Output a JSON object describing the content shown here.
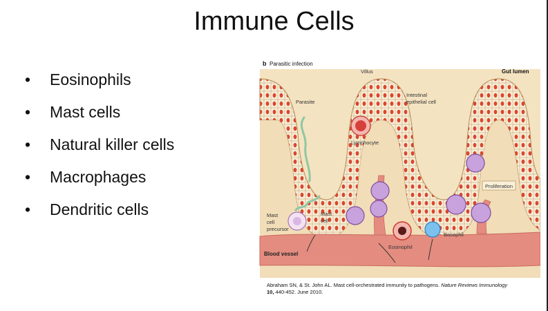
{
  "slide": {
    "title": "Immune Cells",
    "bullets": [
      {
        "text": "Eosinophils"
      },
      {
        "text": "Mast cells"
      },
      {
        "text": "Natural killer cells"
      },
      {
        "text": "Macrophages"
      },
      {
        "text": "Dendritic cells"
      }
    ]
  },
  "figure": {
    "panel_letter": "b",
    "panel_title": "Parasitic infection",
    "labels": {
      "villus": "Villus",
      "gut_lumen": "Gut lumen",
      "parasite": "Parasite",
      "epithelial_1": "Intestinal",
      "epithelial_2": "epithelial cell",
      "lymphocyte": "Lymphocyte",
      "proliferation": "Proliferation",
      "mast_precursor_1": "Mast",
      "mast_precursor_2": "cell",
      "mast_precursor_3": "precursor",
      "mast_cell_1": "Mast",
      "mast_cell_2": "cell",
      "eosinophil": "Eosinophil",
      "basophil": "Basophil",
      "blood_vessel": "Blood vessel"
    },
    "colors": {
      "background": "#f4e3c1",
      "villus": "#ddc49a",
      "cell_fill": "#f7edd6",
      "cell_nucleus": "#d9472f",
      "blood_vessel": "#e48c80",
      "mast_cell": "#9d6dbd",
      "basophil": "#4f9ed8",
      "eosinophil": "#c93a2a"
    }
  },
  "citation": {
    "authors": "Abraham SN, & St. John AL.  Mast cell-orchestrated immunity to pathogens. ",
    "journal": "Nature Reviews Immunology",
    "volume": "10,",
    "pages": " 440-452.  June 2010."
  }
}
